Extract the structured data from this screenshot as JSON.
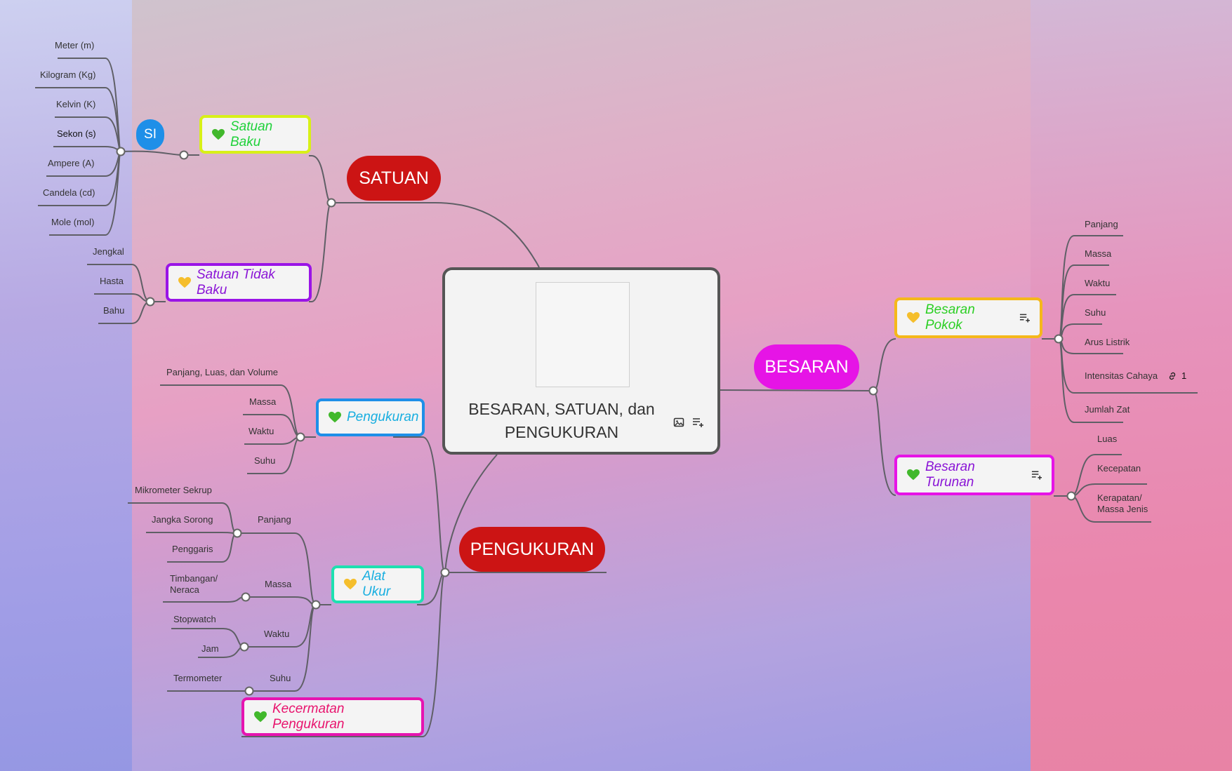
{
  "center": {
    "title": "BESARAN, SATUAN, dan PENGUKURAN"
  },
  "main": {
    "satuan": "SATUAN",
    "besaran": "BESARAN",
    "pengukuran": "PENGUKURAN"
  },
  "colors": {
    "red": "#cc1414",
    "magenta": "#e614e6",
    "si_blue": "#1e8fe8"
  },
  "satuan": {
    "si_label": "SI",
    "baku": {
      "label": "Satuan Baku",
      "icon": "green-heart-icon",
      "items": [
        "Meter (m)",
        "Kilogram (Kg)",
        "Kelvin (K)",
        "Sekon (s)",
        "Ampere (A)",
        "Candela (cd)",
        "Mole (mol)"
      ]
    },
    "tidak_baku": {
      "label": "Satuan Tidak Baku",
      "icon": "yellow-heart-icon",
      "items": [
        "Jengkal",
        "Hasta",
        "Bahu"
      ]
    }
  },
  "besaran": {
    "pokok": {
      "label": "Besaran Pokok",
      "icon": "yellow-heart-icon",
      "items": [
        "Panjang",
        "Massa",
        "Waktu",
        "Suhu",
        "Arus Listrik",
        "Intensitas Cahaya",
        "Jumlah Zat"
      ],
      "link_count": "1"
    },
    "turunan": {
      "label": "Besaran Turunan",
      "icon": "green-heart-icon",
      "items": [
        "Luas",
        "Kecepatan",
        "Kerapatan/",
        "Massa Jenis"
      ]
    }
  },
  "pengukuran": {
    "pengukuran_node": {
      "label": "Pengukuran",
      "icon": "green-heart-icon",
      "items": [
        "Panjang, Luas, dan Volume",
        "Massa",
        "Waktu",
        "Suhu"
      ]
    },
    "alat_ukur": {
      "label": "Alat Ukur",
      "icon": "yellow-heart-icon",
      "panjang": {
        "label": "Panjang",
        "items": [
          "Mikrometer Sekrup",
          "Jangka Sorong",
          "Penggaris"
        ]
      },
      "massa": {
        "label": "Massa",
        "items": [
          "Timbangan/",
          "Neraca"
        ]
      },
      "waktu": {
        "label": "Waktu",
        "items": [
          "Stopwatch",
          "Jam"
        ]
      },
      "suhu": {
        "label": "Suhu",
        "items": [
          "Termometer"
        ]
      }
    },
    "kecermatan": {
      "label": "Kecermatan Pengukuran",
      "icon": "green-heart-icon"
    }
  }
}
